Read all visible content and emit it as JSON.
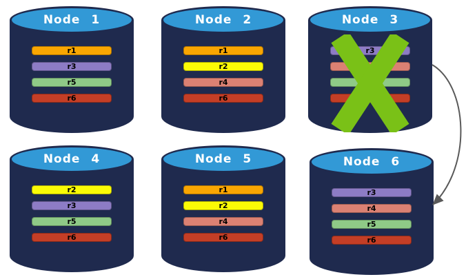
{
  "diagram": {
    "type": "database-replication-diagram",
    "background": "#FFFFFF",
    "colors": {
      "cylinder_body": "#1F2A4E",
      "cylinder_top": "#3299D6",
      "node_label_text": "#FFFFFF",
      "replica_label_text": "#000000"
    },
    "nodes": [
      {
        "id": "node-1",
        "label": "Node 1",
        "failed": false,
        "replicas": [
          {
            "name": "r1",
            "color": "#F9A602"
          },
          {
            "name": "r3",
            "color": "#8D7CC5"
          },
          {
            "name": "r5",
            "color": "#8FCA87"
          },
          {
            "name": "r6",
            "color": "#C43E26"
          }
        ]
      },
      {
        "id": "node-2",
        "label": "Node 2",
        "failed": false,
        "replicas": [
          {
            "name": "r1",
            "color": "#F9A602"
          },
          {
            "name": "r2",
            "color": "#FBFB06"
          },
          {
            "name": "r4",
            "color": "#DB8173"
          },
          {
            "name": "r6",
            "color": "#C43E26"
          }
        ]
      },
      {
        "id": "node-3",
        "label": "Node 3",
        "failed": true,
        "replicas": [
          {
            "name": "r3",
            "color": "#8D7CC5"
          },
          {
            "name": "r4",
            "color": "#DB8173"
          },
          {
            "name": "r5",
            "color": "#8FCA87"
          },
          {
            "name": "r6",
            "color": "#C43E26"
          }
        ]
      },
      {
        "id": "node-4",
        "label": "Node 4",
        "failed": false,
        "replicas": [
          {
            "name": "r2",
            "color": "#FBFB06"
          },
          {
            "name": "r3",
            "color": "#8D7CC5"
          },
          {
            "name": "r5",
            "color": "#8FCA87"
          },
          {
            "name": "r6",
            "color": "#C43E26"
          }
        ]
      },
      {
        "id": "node-5",
        "label": "Node 5",
        "failed": false,
        "replicas": [
          {
            "name": "r1",
            "color": "#F9A602"
          },
          {
            "name": "r2",
            "color": "#FBFB06"
          },
          {
            "name": "r4",
            "color": "#DB8173"
          },
          {
            "name": "r6",
            "color": "#C43E26"
          }
        ]
      },
      {
        "id": "node-6",
        "label": "Node 6",
        "failed": false,
        "replicas": [
          {
            "name": "r3",
            "color": "#8D7CC5"
          },
          {
            "name": "r4",
            "color": "#DB8173"
          },
          {
            "name": "r5",
            "color": "#8FCA87"
          },
          {
            "name": "r6",
            "color": "#C43E26"
          }
        ]
      }
    ],
    "failure": {
      "node": "Node 3",
      "icon": "x-mark",
      "color": "#7AC117"
    },
    "arrow": {
      "from": "Node 3",
      "to": "Node 6",
      "color": "#595959"
    }
  }
}
